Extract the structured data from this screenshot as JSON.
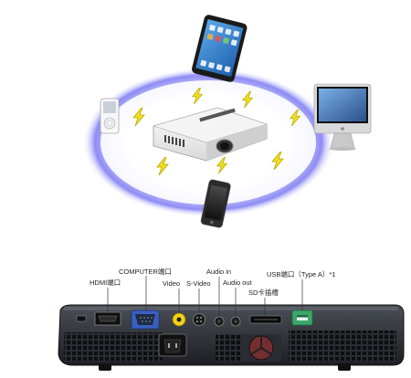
{
  "top": {
    "hub": "projector",
    "devices": [
      "tablet",
      "desktop-monitor",
      "smartphone",
      "music-player"
    ]
  },
  "bottom": {
    "labels": [
      {
        "id": "hdmi",
        "text": "HDMI端口"
      },
      {
        "id": "computer",
        "text": "COMPUTER端口"
      },
      {
        "id": "video",
        "text": "Video"
      },
      {
        "id": "svideo",
        "text": "S-Video"
      },
      {
        "id": "audio-in",
        "text": "Audio in"
      },
      {
        "id": "audio-out",
        "text": "Audio out"
      },
      {
        "id": "sd",
        "text": "SD卡插槽"
      },
      {
        "id": "usb",
        "text": "USB端口（Type A）*1"
      }
    ]
  },
  "colors": {
    "bolt": "#f0e020",
    "bolt_edge": "#b8a800",
    "glow": "#6f6cf0",
    "port_green": "#3aa86a",
    "port_yellow": "#f4d21a",
    "port_blue": "#3a5fc0"
  }
}
